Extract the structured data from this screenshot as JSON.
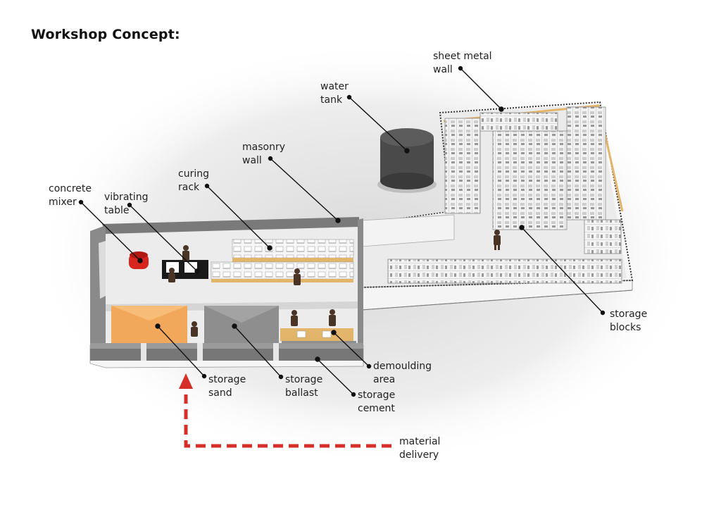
{
  "title": "Workshop Concept:",
  "labels": {
    "sheet_metal_wall": [
      "sheet metal",
      "wall"
    ],
    "water_tank": [
      "water",
      "tank"
    ],
    "masonry_wall": [
      "masonry",
      "wall"
    ],
    "curing_rack": [
      "curing",
      "rack"
    ],
    "concrete_mixer": [
      "concrete",
      "mixer"
    ],
    "vibrating_table": [
      "vibrating",
      "table"
    ],
    "storage_blocks": [
      "storage",
      "blocks"
    ],
    "demoulding_area": [
      "demoulding",
      "area"
    ],
    "storage_sand": [
      "storage",
      "sand"
    ],
    "storage_ballast": [
      "storage",
      "ballast"
    ],
    "storage_cement": [
      "storage",
      "cement"
    ],
    "material_delivery": [
      "material",
      "delivery"
    ]
  },
  "colors": {
    "delivery_arrow": "#d62f2a",
    "mixer": "#d8261f",
    "sand_storage": "#f2a85a",
    "ballast_storage": "#8e8e8e",
    "tank": "#4a4a4a",
    "timber": "#e3b56a"
  }
}
